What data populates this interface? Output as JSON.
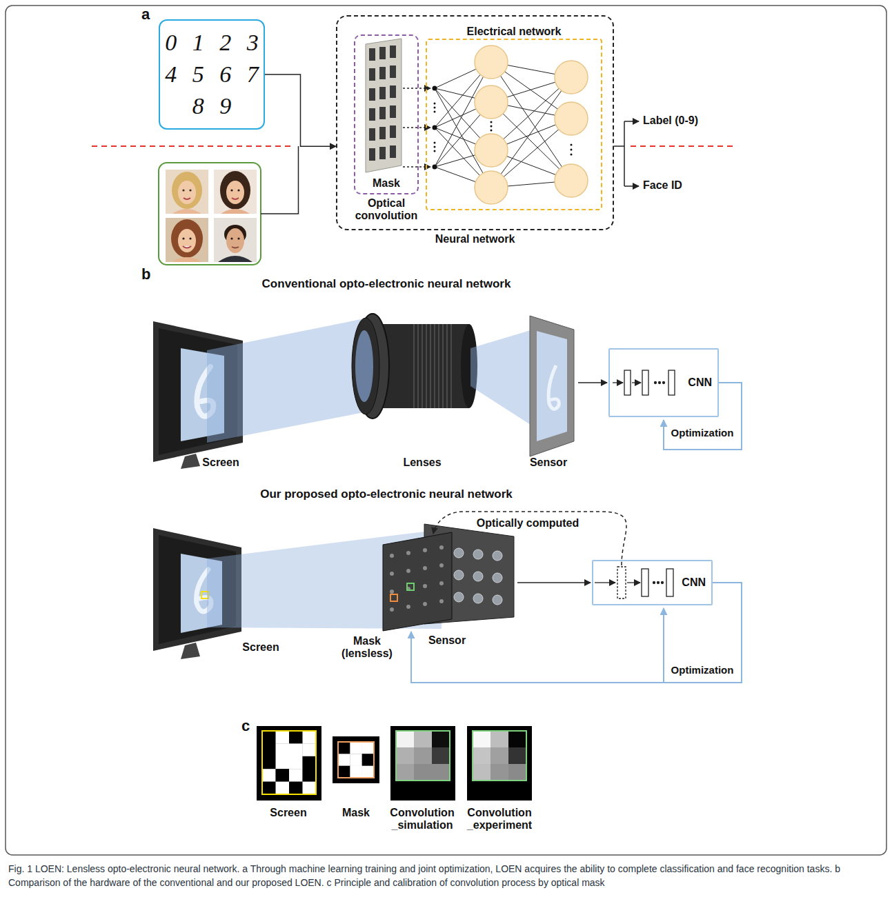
{
  "diagram": {
    "caption": "Fig. 1 LOEN: Lensless opto-electronic neural network. a Through machine learning training and joint optimization, LOEN acquires the ability to complete classification and face recognition tasks. b Comparison of the hardware of the conventional and our proposed LOEN. c Principle and calibration of convolution process by optical mask",
    "nodes": [
      {
        "text": [
          "0 1 2 3 4 5 6 7 8 9"
        ]
      },
      {
        "text": [
          "Neural network"
        ]
      },
      {
        "text": [
          "Mask",
          "Optical convolution"
        ],
        "in": 1
      },
      {
        "text": [
          "Electrical network"
        ],
        "in": 1
      },
      {
        "text": [
          "CNN"
        ]
      },
      {
        "text": [
          "CNN"
        ]
      }
    ],
    "edges": [
      {
        "from": 0,
        "to": 1,
        "arrow": "to"
      }
    ],
    "labels": [
      "a",
      "Label (0-9)",
      "Face ID",
      "b",
      "Conventional opto-electronic neural network",
      "Screen",
      "Lenses",
      "Sensor",
      "Optimization",
      "Our proposed opto-electronic neural network",
      "Optically computed",
      "Screen",
      "Mask (lensless)",
      "Sensor",
      "Optimization",
      "c",
      "Screen",
      "Mask",
      "Convolution _simulation",
      "Convolution _experiment"
    ]
  }
}
